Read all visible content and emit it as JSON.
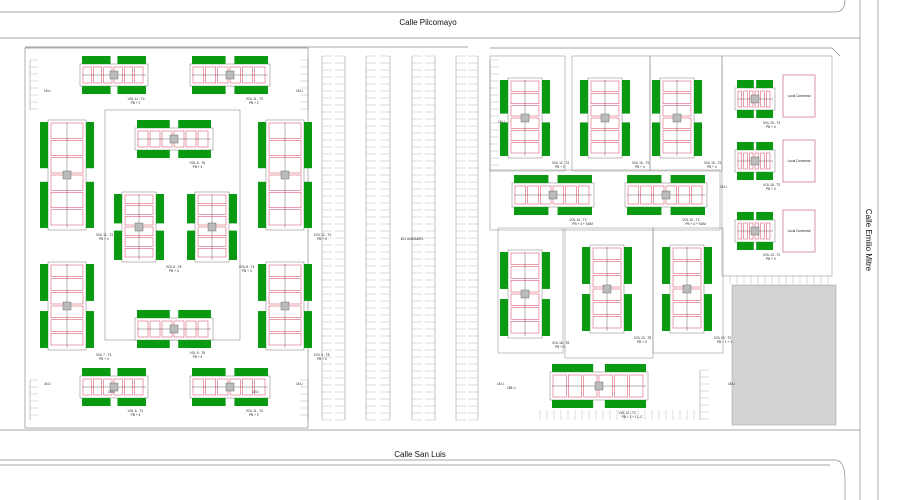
{
  "streets": {
    "top": "Calle Pilcomayo",
    "bottom": "Calle San Luis",
    "right": "Calle Emilio Mitre"
  },
  "center_label": "403 UNIDADES",
  "buildings": [
    {
      "label": "VOL 11 - T4",
      "sub": "PB + 2"
    },
    {
      "label": "VOL 11 - T3",
      "sub": "PB + 2"
    },
    {
      "label": "VOL 12 - T4",
      "sub": "PB + 4"
    },
    {
      "label": "VOL 12 - T4",
      "sub": "PB + 4"
    },
    {
      "label": "VOL 8 - T8",
      "sub": "PB + 4"
    },
    {
      "label": "VOL 8 - T8",
      "sub": "PB + 4"
    },
    {
      "label": "VOL 8 - T4",
      "sub": "PB + 4"
    },
    {
      "label": "VOL 7 - T4",
      "sub": "PB + 4"
    },
    {
      "label": "VOL 9 - T8",
      "sub": "PB + 4"
    },
    {
      "label": "VOL 9 - T8",
      "sub": "PB + 4"
    },
    {
      "label": "VOL 8 - T4",
      "sub": "PB + 4"
    },
    {
      "label": "VOL 11 - T4",
      "sub": "PB + 2"
    },
    {
      "label": "VOL 12 - T4",
      "sub": "PB + 2"
    },
    {
      "label": "VOL 16 - T4",
      "sub": "PB + 4"
    },
    {
      "label": "VOL 15 - T4",
      "sub": "PB + 4"
    },
    {
      "label": "VOL 15 - T4",
      "sub": "PB + 4"
    },
    {
      "label": "VOL 16 - T2",
      "sub": "PB + 4"
    },
    {
      "label": "VOL 13 - T2",
      "sub": "PB + 4"
    },
    {
      "label": "VOL 14 - T2",
      "sub": "PB + 4 + SUM"
    },
    {
      "label": "VOL 15 - T2",
      "sub": "PB + 4 + SUM"
    },
    {
      "label": "VOL 16 - T8",
      "sub": "PB + 4"
    },
    {
      "label": "VOL 13 - T8",
      "sub": "PB + 4"
    },
    {
      "label": "VOL 09 - T2",
      "sub": "PB + 1 + 1 L.C"
    },
    {
      "label": "VOL 10 - T2",
      "sub": "PB + 1 + 1 L.C"
    },
    {
      "label": "VOL 11 - T2",
      "sub": "PB + 1 + 1 L.C"
    }
  ],
  "locales": [
    "Local Comercial",
    "Local Comercial",
    "Local Comercial"
  ],
  "small_labels": [
    "18 U",
    "18 U",
    "34 U",
    "18 U",
    "18 U",
    "18 U",
    "18 U",
    "18 U",
    "185 U",
    "18 U",
    "18 U"
  ],
  "colors": {
    "green": "#0a9a12",
    "line": "#7a7a7a",
    "unit_red": "#d4405a",
    "grey_block": "#d3d3d3"
  }
}
